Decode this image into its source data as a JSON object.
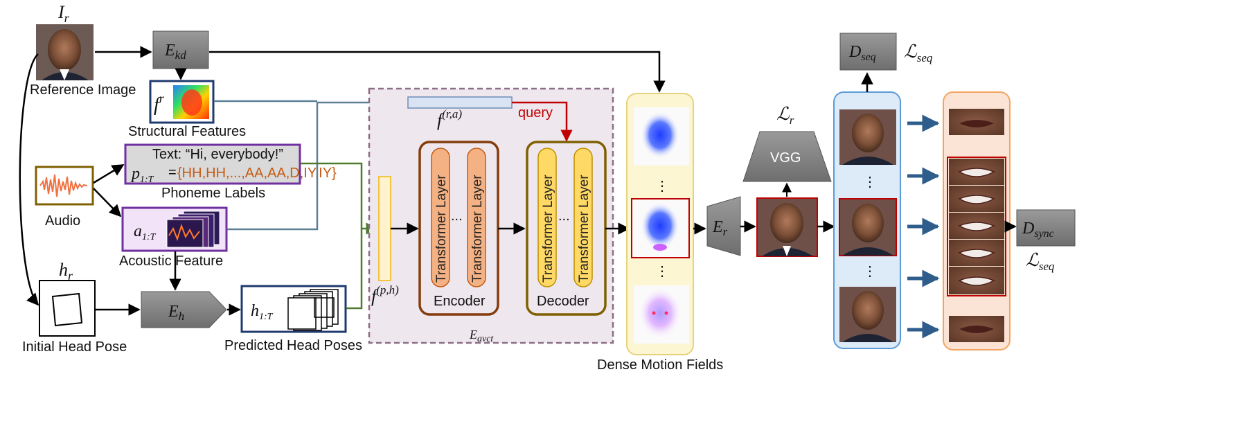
{
  "labels": {
    "ir": "I",
    "ir_sub": "r",
    "reference_image": "Reference Image",
    "ekd": "E",
    "ekd_sub": "kd",
    "fr": "f",
    "fr_sup": "r",
    "structural_features": "Structural Features",
    "text_line": "Text:  “Hi, everybody!”",
    "p_label": "p",
    "p_sub": "1:T",
    "phonemes": "{HH,HH,...,AA,AA,D,IY,IY}",
    "phoneme_labels": "Phoneme Labels",
    "audio": "Audio",
    "a_label": "a",
    "a_sub": "1:T",
    "acoustic_feature": "Acoustic Feature",
    "hr": "h",
    "hr_sub": "r",
    "initial_head_pose": "Initial Head Pose",
    "eh": "E",
    "eh_sub": "h",
    "h_label": "h",
    "h_sub": "1:T",
    "predicted_head_poses": "Predicted Head Poses",
    "fra": "f",
    "fra_sup": "(r,a)",
    "query": "query",
    "fph": "f",
    "fph_sup": "(p,h)",
    "transformer_layer": "Transformer Layer",
    "ellipsis": "...",
    "encoder": "Encoder",
    "decoder": "Decoder",
    "eavct": "E",
    "eavct_sub": "avct",
    "vdots": "⋮",
    "dense_motion_fields": "Dense Motion Fields",
    "er": "E",
    "er_sub": "r",
    "lr": "ℒ",
    "lr_sub": "r",
    "vgg": "VGG",
    "dseq": "D",
    "dseq_sub": "seq",
    "lseq_top": "ℒ",
    "lseq_top_sub": "seq",
    "dsync": "D",
    "dsync_sub": "sync",
    "lseq_bottom": "ℒ",
    "lseq_bottom_sub": "seq"
  },
  "colors": {
    "gray_box": "#7f7f7f",
    "navy": "#1f3a6e",
    "purple": "#7030a0",
    "olive": "#7f6000",
    "gold": "#bf9000",
    "teal_line": "#5b7f95",
    "green_line": "#4e7a2e",
    "red": "#c00000",
    "orange_text": "#c55a11",
    "encoder_border": "#843c0c",
    "encoder_layer": "#f4b183",
    "decoder_border": "#7f6000",
    "decoder_layer": "#ffd966",
    "eavct_bg": "#efe7ee",
    "eavct_border": "#8c6e88",
    "motion_bg": "#fdf6d3",
    "motion_border": "#e6d27a",
    "frames_bg": "#ddeaf7",
    "frames_border": "#5b9bd5",
    "mouth_bg": "#fbe4d5",
    "mouth_border": "#f4a460",
    "blue_arrow": "#2e5d8c"
  }
}
